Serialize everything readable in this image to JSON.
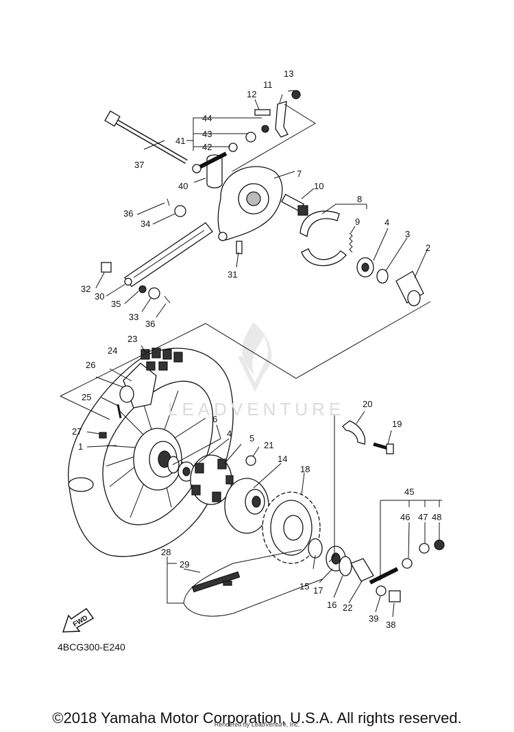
{
  "diagram_code": "4BCG300-E240",
  "copyright": "©2018 Yamaha Motor Corporation, U.S.A. All rights reserved.",
  "rendered_by": "Rendered by LeadVenture, Inc.",
  "watermark": "LEADVENTURE",
  "fwd_label": "FWD",
  "part_labels": [
    "1",
    "2",
    "3",
    "4",
    "4",
    "5",
    "6",
    "7",
    "8",
    "9",
    "10",
    "11",
    "12",
    "13",
    "14",
    "15",
    "16",
    "17",
    "18",
    "19",
    "20",
    "21",
    "22",
    "23",
    "24",
    "25",
    "26",
    "27",
    "28",
    "29",
    "30",
    "31",
    "32",
    "33",
    "34",
    "35",
    "36",
    "36",
    "37",
    "38",
    "39",
    "40",
    "41",
    "42",
    "43",
    "44",
    "45",
    "46",
    "47",
    "48"
  ]
}
